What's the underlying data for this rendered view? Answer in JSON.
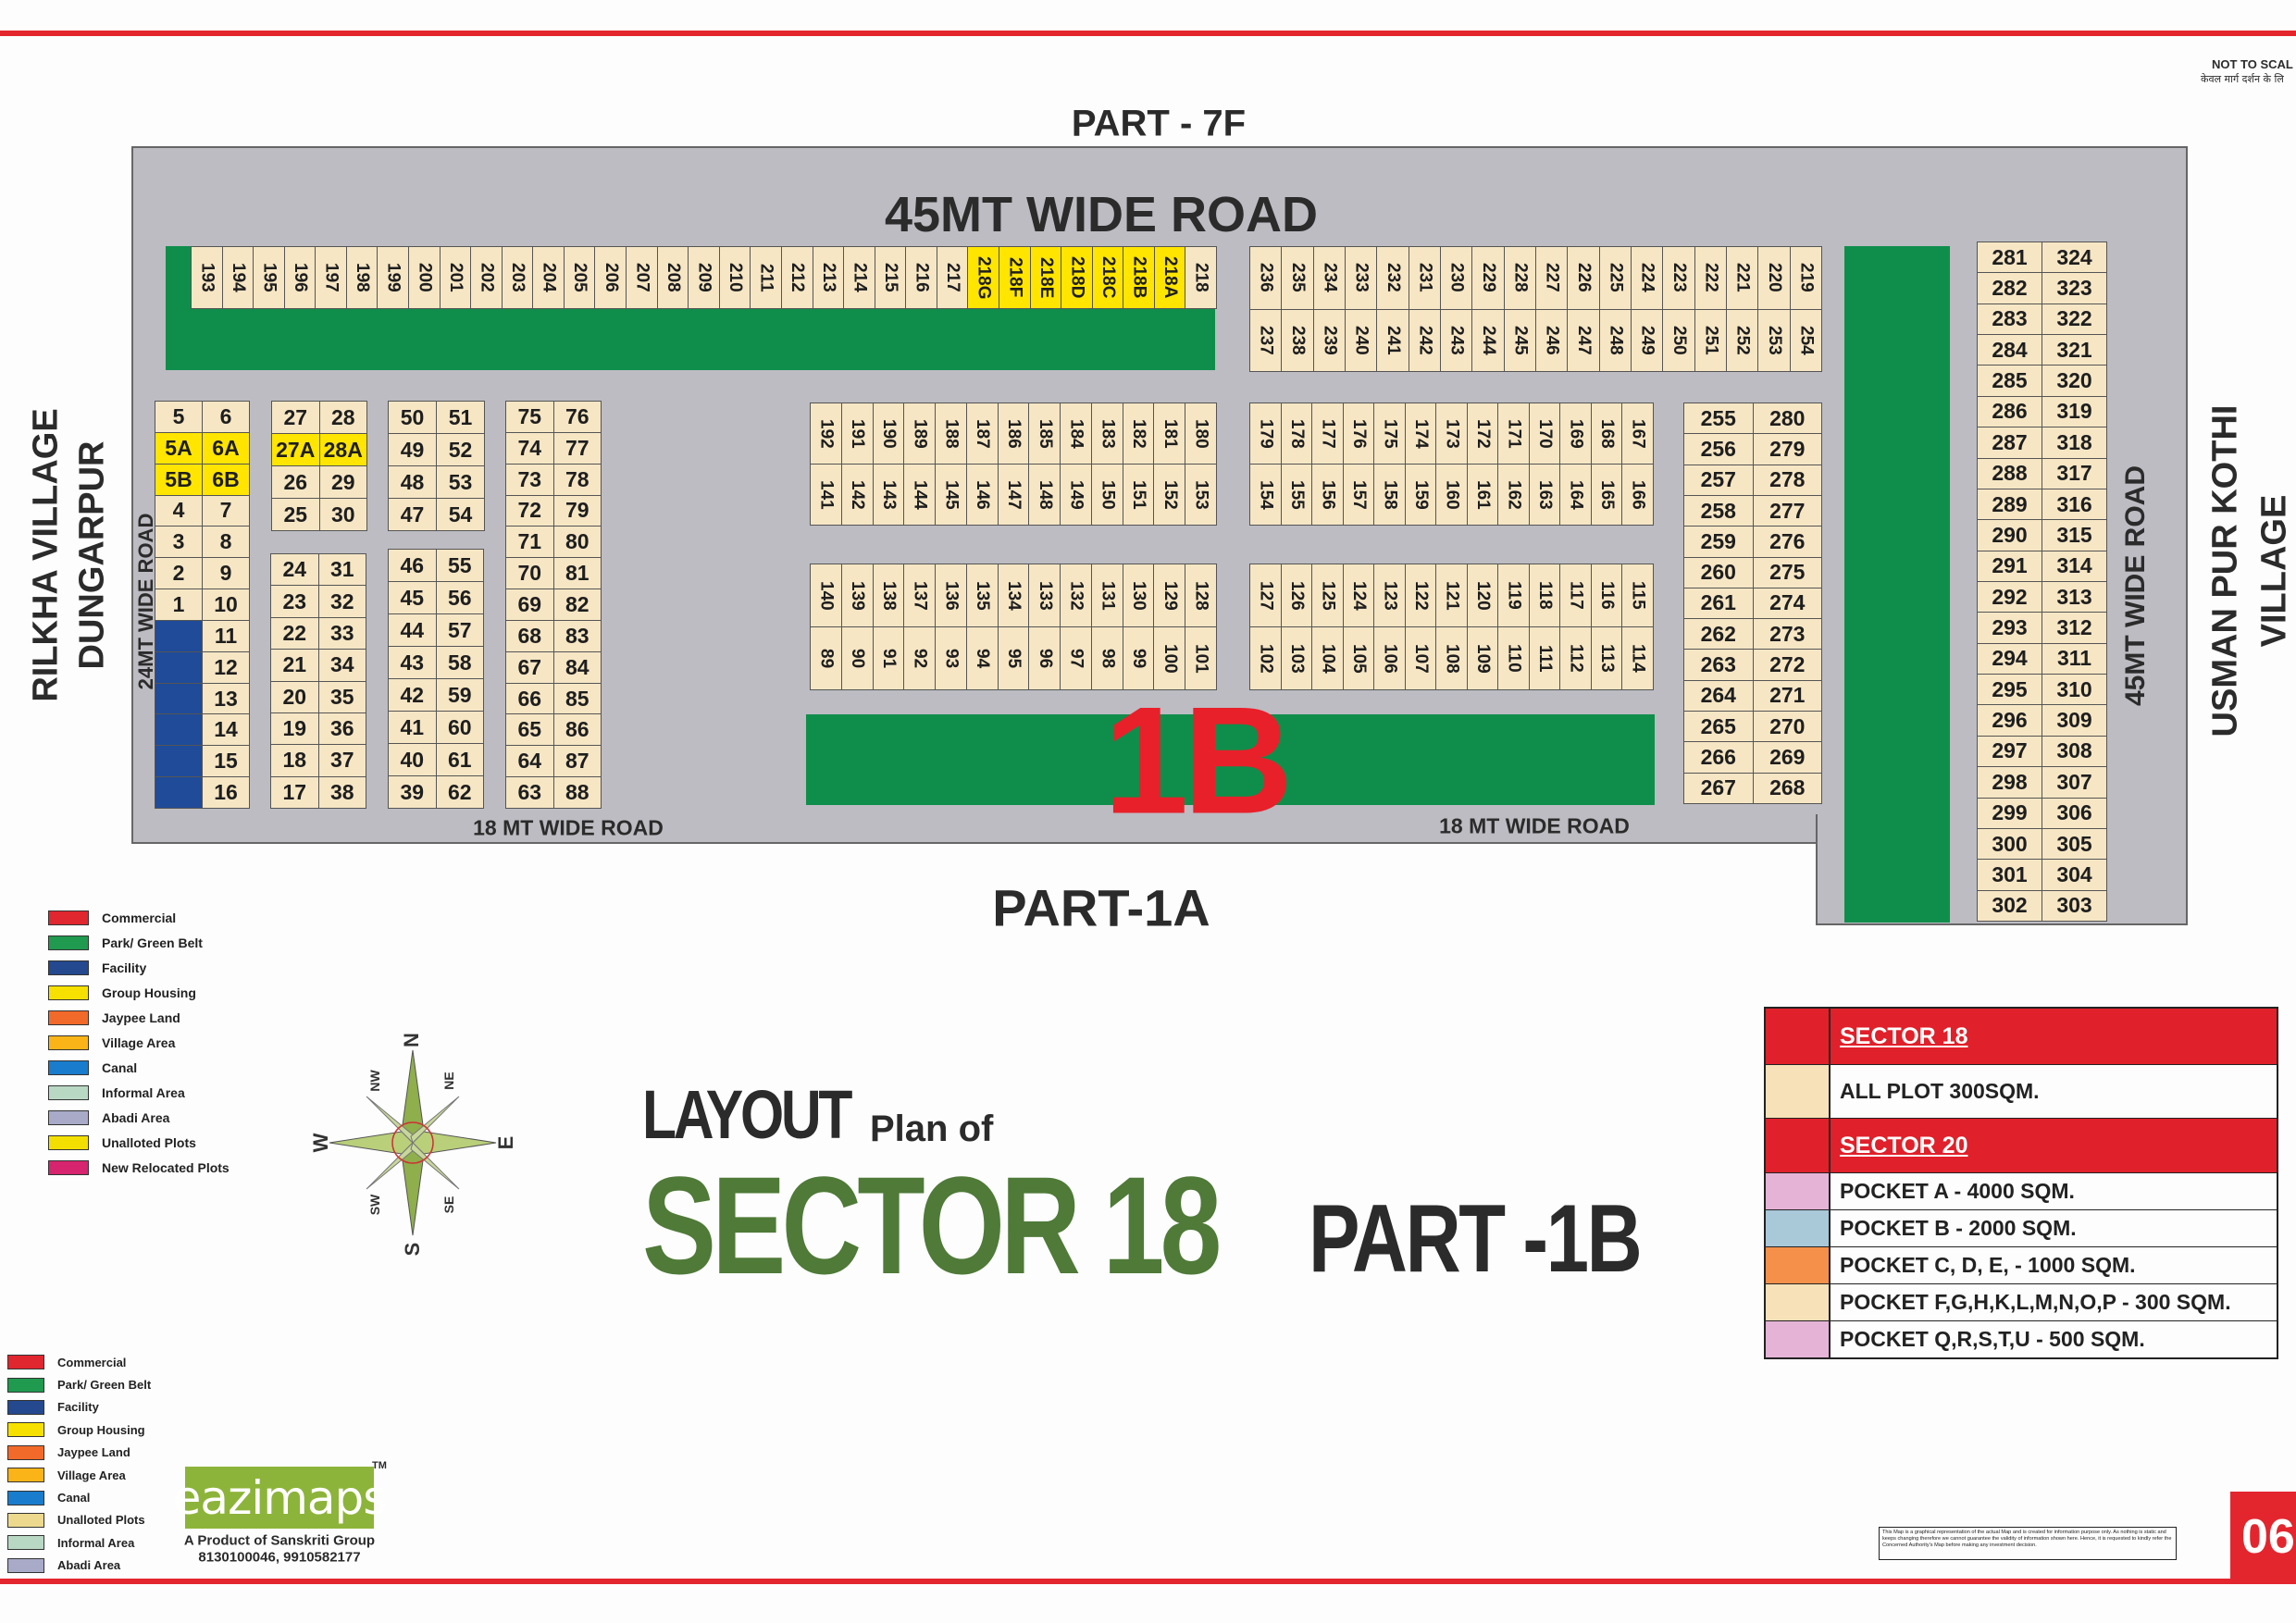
{
  "header": {
    "not_to_scale": "NOT TO SCAL",
    "hindi_note": "केवल मार्ग दर्शन के लि",
    "part_top": "PART - 7F",
    "part_bottom": "PART-1A"
  },
  "roads": {
    "top": "45MT WIDE ROAD",
    "right": "45MT WIDE ROAD",
    "left": "24MT WIDE ROAD",
    "bottom_left": "18 MT WIDE  ROAD",
    "bottom_right": "18 MT WIDE  ROAD"
  },
  "surroundings": {
    "left_line1": "RILKHA VILLAGE",
    "left_line2": "DUNGARPUR",
    "right_line1": "USMAN PUR KOTHI",
    "right_line2": "VILLAGE"
  },
  "sector_mark": "1B",
  "colors": {
    "plot": "#f6e6c4",
    "unalloted": "#ffe500",
    "facility": "#1f4b99",
    "park": "#0f8e4b",
    "road": "#bcbcc2",
    "accent_red": "#e3262e",
    "title_green": "#4f7a38"
  },
  "map": {
    "blocks": [
      {
        "id": "top-strip",
        "vertical": true,
        "rows": [
          [
            "193",
            "194",
            "195",
            "196",
            "197",
            "198",
            "199",
            "200",
            "201",
            "202",
            "203",
            "204",
            "205",
            "206",
            "207",
            "208",
            "209",
            "210",
            "211",
            "212",
            "213",
            "214",
            "215",
            "216",
            "217",
            "218G",
            "218F",
            "218E",
            "218D",
            "218C",
            "218B",
            "218A",
            "218"
          ]
        ]
      },
      {
        "id": "block-219-254",
        "vertical": true,
        "rows": [
          [
            "236",
            "235",
            "234",
            "233",
            "232",
            "231",
            "230",
            "229",
            "228",
            "227",
            "226",
            "225",
            "224",
            "223",
            "222",
            "221",
            "220",
            "219"
          ],
          [
            "237",
            "238",
            "239",
            "240",
            "241",
            "242",
            "243",
            "244",
            "245",
            "246",
            "247",
            "248",
            "249",
            "250",
            "251",
            "252",
            "253",
            "254"
          ]
        ]
      },
      {
        "id": "block-141-192",
        "vertical": true,
        "rows": [
          [
            "192",
            "191",
            "190",
            "189",
            "188",
            "187",
            "186",
            "185",
            "184",
            "183",
            "182",
            "181",
            "180"
          ],
          [
            "141",
            "142",
            "143",
            "144",
            "145",
            "146",
            "147",
            "148",
            "149",
            "150",
            "151",
            "152",
            "153"
          ]
        ]
      },
      {
        "id": "block-89-140",
        "vertical": true,
        "rows": [
          [
            "140",
            "139",
            "138",
            "137",
            "136",
            "135",
            "134",
            "133",
            "132",
            "131",
            "130",
            "129",
            "128"
          ],
          [
            "89",
            "90",
            "91",
            "92",
            "93",
            "94",
            "95",
            "96",
            "97",
            "98",
            "99",
            "100",
            "101"
          ]
        ]
      },
      {
        "id": "block-154-179",
        "vertical": true,
        "rows": [
          [
            "179",
            "178",
            "177",
            "176",
            "175",
            "174",
            "173",
            "172",
            "171",
            "170",
            "169",
            "168",
            "167"
          ],
          [
            "154",
            "155",
            "156",
            "157",
            "158",
            "159",
            "160",
            "161",
            "162",
            "163",
            "164",
            "165",
            "166"
          ]
        ]
      },
      {
        "id": "block-102-127",
        "vertical": true,
        "rows": [
          [
            "127",
            "126",
            "125",
            "124",
            "123",
            "122",
            "121",
            "120",
            "119",
            "118",
            "117",
            "116",
            "115"
          ],
          [
            "102",
            "103",
            "104",
            "105",
            "106",
            "107",
            "108",
            "109",
            "110",
            "111",
            "112",
            "113",
            "114"
          ]
        ]
      },
      {
        "id": "block-1-16",
        "vertical": false,
        "rows": [
          [
            "5",
            "6"
          ],
          [
            "5A",
            "6A"
          ],
          [
            "5B",
            "6B"
          ],
          [
            "4",
            "7"
          ],
          [
            "3",
            "8"
          ],
          [
            "2",
            "9"
          ],
          [
            "1",
            "10"
          ],
          [
            null,
            "11"
          ],
          [
            null,
            "12"
          ],
          [
            null,
            "13"
          ],
          [
            null,
            "14"
          ],
          [
            null,
            "15"
          ],
          [
            null,
            "16"
          ]
        ]
      },
      {
        "id": "block-25-30",
        "vertical": false,
        "rows": [
          [
            "27",
            "28"
          ],
          [
            "27A",
            "28A"
          ],
          [
            "26",
            "29"
          ],
          [
            "25",
            "30"
          ]
        ]
      },
      {
        "id": "block-17-38",
        "vertical": false,
        "rows": [
          [
            "24",
            "31"
          ],
          [
            "23",
            "32"
          ],
          [
            "22",
            "33"
          ],
          [
            "21",
            "34"
          ],
          [
            "20",
            "35"
          ],
          [
            "19",
            "36"
          ],
          [
            "18",
            "37"
          ],
          [
            "17",
            "38"
          ]
        ]
      },
      {
        "id": "block-47-54",
        "vertical": false,
        "rows": [
          [
            "50",
            "51"
          ],
          [
            "49",
            "52"
          ],
          [
            "48",
            "53"
          ],
          [
            "47",
            "54"
          ]
        ]
      },
      {
        "id": "block-39-62",
        "vertical": false,
        "rows": [
          [
            "46",
            "55"
          ],
          [
            "45",
            "56"
          ],
          [
            "44",
            "57"
          ],
          [
            "43",
            "58"
          ],
          [
            "42",
            "59"
          ],
          [
            "41",
            "60"
          ],
          [
            "40",
            "61"
          ],
          [
            "39",
            "62"
          ]
        ]
      },
      {
        "id": "block-63-88",
        "vertical": false,
        "rows": [
          [
            "75",
            "76"
          ],
          [
            "74",
            "77"
          ],
          [
            "73",
            "78"
          ],
          [
            "72",
            "79"
          ],
          [
            "71",
            "80"
          ],
          [
            "70",
            "81"
          ],
          [
            "69",
            "82"
          ],
          [
            "68",
            "83"
          ],
          [
            "67",
            "84"
          ],
          [
            "66",
            "85"
          ],
          [
            "65",
            "86"
          ],
          [
            "64",
            "87"
          ],
          [
            "63",
            "88"
          ]
        ]
      },
      {
        "id": "block-255-280",
        "vertical": false,
        "rows": [
          [
            "255",
            "280"
          ],
          [
            "256",
            "279"
          ],
          [
            "257",
            "278"
          ],
          [
            "258",
            "277"
          ],
          [
            "259",
            "276"
          ],
          [
            "260",
            "275"
          ],
          [
            "261",
            "274"
          ],
          [
            "262",
            "273"
          ],
          [
            "263",
            "272"
          ],
          [
            "264",
            "271"
          ],
          [
            "265",
            "270"
          ],
          [
            "266",
            "269"
          ],
          [
            "267",
            "268"
          ]
        ]
      },
      {
        "id": "block-281-324",
        "vertical": false,
        "rows": [
          [
            "281",
            "324"
          ],
          [
            "282",
            "323"
          ],
          [
            "283",
            "322"
          ],
          [
            "284",
            "321"
          ],
          [
            "285",
            "320"
          ],
          [
            "286",
            "319"
          ],
          [
            "287",
            "318"
          ],
          [
            "288",
            "317"
          ],
          [
            "289",
            "316"
          ],
          [
            "290",
            "315"
          ],
          [
            "291",
            "314"
          ],
          [
            "292",
            "313"
          ],
          [
            "293",
            "312"
          ],
          [
            "294",
            "311"
          ],
          [
            "295",
            "310"
          ],
          [
            "296",
            "309"
          ],
          [
            "297",
            "308"
          ],
          [
            "298",
            "307"
          ],
          [
            "299",
            "306"
          ],
          [
            "300",
            "305"
          ],
          [
            "301",
            "304"
          ],
          [
            "302",
            "303"
          ]
        ]
      }
    ],
    "unalloted_plots": [
      "5A",
      "6A",
      "5B",
      "6B",
      "27A",
      "28A",
      "218G",
      "218F",
      "218E",
      "218D",
      "218C",
      "218B",
      "218A"
    ]
  },
  "legend_main": [
    {
      "label": "Commercial",
      "color": "#e0262f"
    },
    {
      "label": "Park/ Green Belt",
      "color": "#1f9a4f"
    },
    {
      "label": "Facility",
      "color": "#24498f"
    },
    {
      "label": "Group Housing",
      "color": "#f5e000"
    },
    {
      "label": "Jaypee Land",
      "color": "#f26a2a"
    },
    {
      "label": "Village Area",
      "color": "#fbb417"
    },
    {
      "label": "Canal",
      "color": "#1a7ccc"
    },
    {
      "label": "Informal Area",
      "color": "#b9d8c4"
    },
    {
      "label": "Abadi Area",
      "color": "#a8aac8"
    },
    {
      "label": "Unalloted Plots",
      "color": "#f2df00"
    },
    {
      "label": "New Relocated Plots",
      "color": "#d6246e"
    }
  ],
  "legend_secondary": [
    {
      "label": "Commercial",
      "color": "#e0262f"
    },
    {
      "label": "Park/ Green Belt",
      "color": "#1f9a4f"
    },
    {
      "label": "Facility",
      "color": "#24498f"
    },
    {
      "label": "Group Housing",
      "color": "#f5e000"
    },
    {
      "label": "Jaypee Land",
      "color": "#f26a2a"
    },
    {
      "label": "Village Area",
      "color": "#fbb417"
    },
    {
      "label": "Canal",
      "color": "#1a7ccc"
    },
    {
      "label": "Unalloted Plots",
      "color": "#ecd98e"
    },
    {
      "label": "Informal Area",
      "color": "#b9d8c4"
    },
    {
      "label": "Abadi Area",
      "color": "#a8aac8"
    }
  ],
  "compass": {
    "n": "N",
    "s": "S",
    "e": "E",
    "w": "W",
    "ne": "NE",
    "nw": "NW",
    "se": "SE",
    "sw": "SW"
  },
  "title": {
    "layout": "LAYOUT",
    "plan_of": "Plan of",
    "sector": "SECTOR 18",
    "part": "PART -1B"
  },
  "size_table": [
    {
      "label": "SECTOR 18",
      "header": true,
      "color": "#e0202a"
    },
    {
      "label": "ALL PLOT  300SQM.",
      "header": false,
      "color": "#f6e1b8"
    },
    {
      "label": "SECTOR 20",
      "header": true,
      "color": "#e0202a"
    },
    {
      "label": "POCKET A    -  4000 SQM.",
      "header": false,
      "color": "#e5b3d6"
    },
    {
      "label": "POCKET B    -  2000 SQM.",
      "header": false,
      "color": "#a9c8d8"
    },
    {
      "label": "POCKET C, D, E, - 1000 SQM.",
      "header": false,
      "color": "#f4904a"
    },
    {
      "label": "POCKET   F,G,H,K,L,M,N,O,P  -  300 SQM.",
      "header": false,
      "color": "#f6e1b8"
    },
    {
      "label": "POCKET Q,R,S,T,U   -  500 SQM.",
      "header": false,
      "color": "#e5b3d6"
    }
  ],
  "brand": {
    "logo": "eazimaps",
    "tm": "TM",
    "tagline": "A Product of Sanskriti Group",
    "phones": "8130100046, 9910582177"
  },
  "disclaimer": "This Map is a graphical representation of the actual Map and is created for information purpose only. As nothing is static and keeps changing therefore we cannot guarantee the validity of information shown here. Hence, it is requested to kindly refer the Concerned Authority's Map before making any investment decision.",
  "page_number": "06"
}
